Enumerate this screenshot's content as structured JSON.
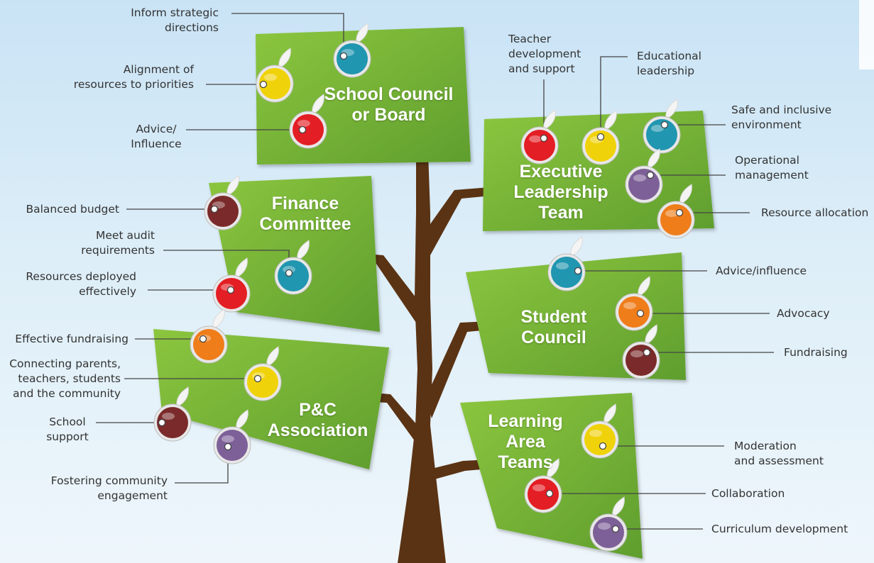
{
  "colors": {
    "panel": "#7cb342",
    "panel_dark": "#5d9a2c",
    "trunk": "#5a3314",
    "line": "#444444",
    "teal": "#2196b0",
    "yellow": "#f0d20a",
    "red": "#e31e24",
    "maroon": "#7a2a2a",
    "purple": "#7e6098",
    "orange": "#ef7d1a"
  },
  "panels": {
    "board": "School Council\nor Board",
    "executive": "Executive\nLeadership\nTeam",
    "finance": "Finance\nCommittee",
    "student": "Student\nCouncil",
    "pandc": "P&C\nAssociation",
    "learning": "Learning\nArea\nTeams"
  },
  "labels": {
    "board_directions": "Inform strategic\ndirections",
    "board_alignment": "Alignment of\nresources to priorities",
    "board_advice": "Advice/\nInfluence",
    "exec_teacher": "Teacher\ndevelopment\nand support",
    "exec_educational": "Educational\nleadership",
    "exec_safe": "Safe and inclusive\nenvironment",
    "exec_operational": "Operational\nmanagement",
    "exec_resource": "Resource allocation",
    "fin_budget": "Balanced budget",
    "fin_audit": "Meet audit\nrequirements",
    "fin_resources": "Resources deployed\neffectively",
    "stu_advice": "Advice/influence",
    "stu_advocacy": "Advocacy",
    "stu_fundraising": "Fundraising",
    "pc_fundraising": "Effective fundraising",
    "pc_connecting": "Connecting parents,\nteachers, students\nand the community",
    "pc_support": "School\nsupport",
    "pc_fostering": "Fostering community\nengagement",
    "la_moderation": "Moderation\nand assessment",
    "la_collaboration": "Collaboration",
    "la_curriculum": "Curriculum development"
  },
  "fruits": [
    {
      "name": "fruit-board-directions",
      "color": "teal"
    },
    {
      "name": "fruit-board-alignment",
      "color": "yellow"
    },
    {
      "name": "fruit-board-advice",
      "color": "red"
    },
    {
      "name": "fruit-exec-teacher",
      "color": "red"
    },
    {
      "name": "fruit-exec-educational",
      "color": "yellow"
    },
    {
      "name": "fruit-exec-safe",
      "color": "teal"
    },
    {
      "name": "fruit-exec-operational",
      "color": "purple"
    },
    {
      "name": "fruit-exec-resource",
      "color": "orange"
    },
    {
      "name": "fruit-fin-budget",
      "color": "maroon"
    },
    {
      "name": "fruit-fin-audit",
      "color": "teal"
    },
    {
      "name": "fruit-fin-resources",
      "color": "red"
    },
    {
      "name": "fruit-stu-advice",
      "color": "teal"
    },
    {
      "name": "fruit-stu-advocacy",
      "color": "orange"
    },
    {
      "name": "fruit-stu-fundraising",
      "color": "maroon"
    },
    {
      "name": "fruit-pc-fundraising",
      "color": "orange"
    },
    {
      "name": "fruit-pc-connecting",
      "color": "yellow"
    },
    {
      "name": "fruit-pc-support",
      "color": "maroon"
    },
    {
      "name": "fruit-pc-fostering",
      "color": "purple"
    },
    {
      "name": "fruit-la-moderation",
      "color": "yellow"
    },
    {
      "name": "fruit-la-collaboration",
      "color": "red"
    },
    {
      "name": "fruit-la-curriculum",
      "color": "purple"
    }
  ]
}
